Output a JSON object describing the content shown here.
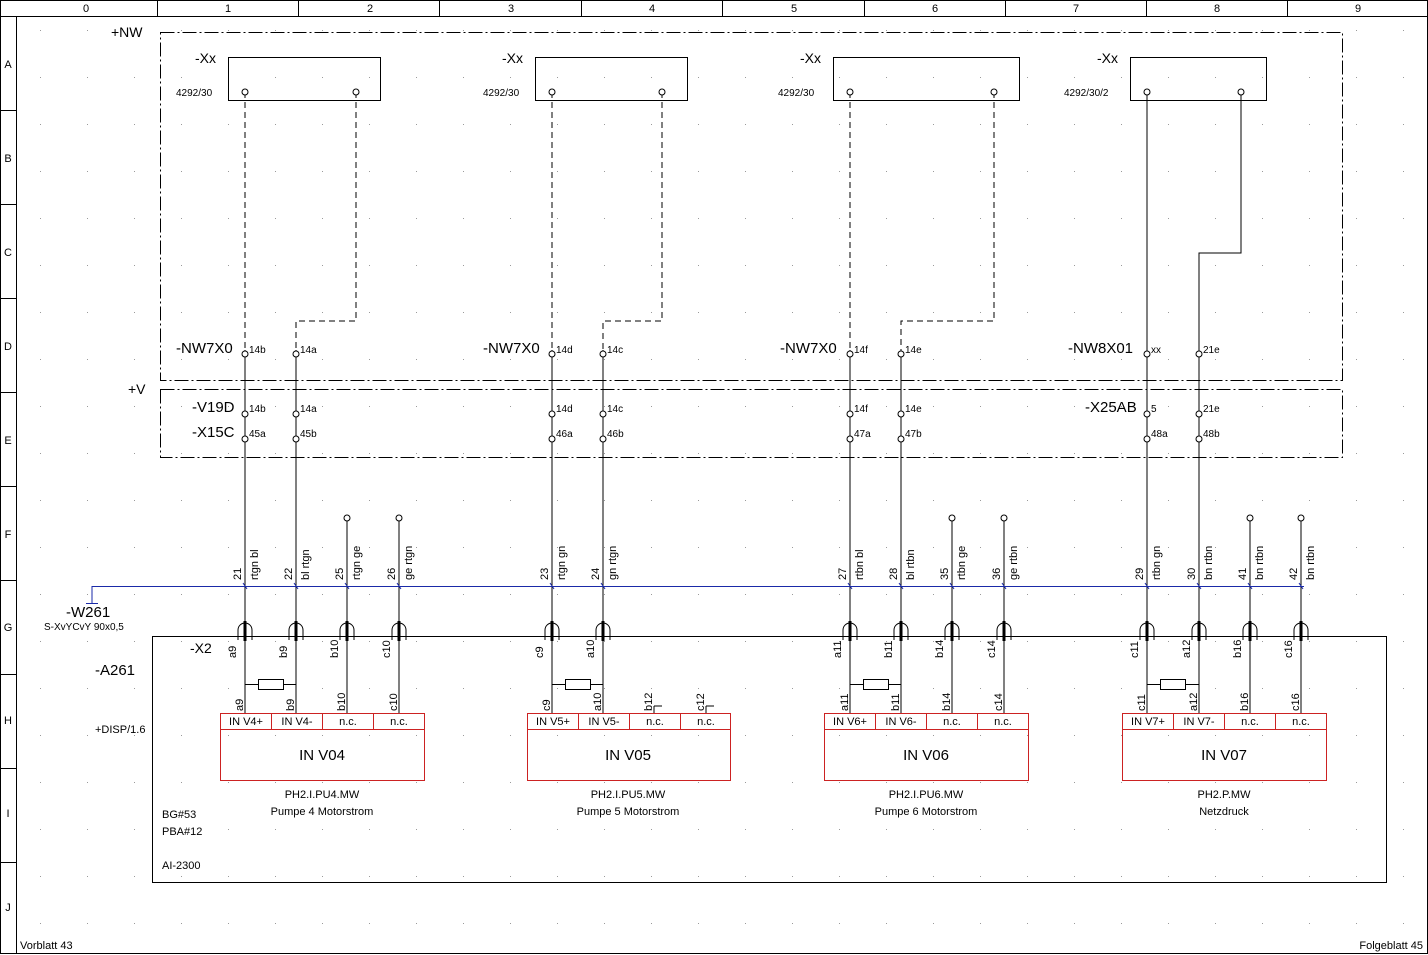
{
  "grid": {
    "columns": [
      "0",
      "1",
      "2",
      "3",
      "4",
      "5",
      "6",
      "7",
      "8",
      "9"
    ],
    "rows": [
      "A",
      "B",
      "C",
      "D",
      "E",
      "F",
      "G",
      "H",
      "I",
      "J"
    ]
  },
  "locations": {
    "nw": "+NW",
    "v": "+V",
    "disp": "+DISP/1.6"
  },
  "connectors": [
    {
      "tag": "-Xx",
      "code": "4292/30"
    },
    {
      "tag": "-Xx",
      "code": "4292/30"
    },
    {
      "tag": "-Xx",
      "code": "4292/30"
    },
    {
      "tag": "-Xx",
      "code": "4292/30/2"
    }
  ],
  "nw_terminals": [
    {
      "tag": "-NW7X0",
      "left": "14b",
      "right": "14a"
    },
    {
      "tag": "-NW7X0",
      "left": "14d",
      "right": "14c"
    },
    {
      "tag": "-NW7X0",
      "left": "14f",
      "right": "14e"
    },
    {
      "tag": "-NW8X01",
      "left": "xx",
      "right": "21e"
    }
  ],
  "v_terminals": {
    "v19d": "-V19D",
    "x15c": "-X15C",
    "x25ab": "-X25AB",
    "upper": [
      "14b",
      "14a",
      "14d",
      "14c",
      "14f",
      "14e",
      "5",
      "21e"
    ],
    "lower": [
      "45a",
      "45b",
      "46a",
      "46b",
      "47a",
      "47b",
      "48a",
      "48b"
    ]
  },
  "cable": {
    "tag": "-W261",
    "type": "S-XvYCvY 90x0,5"
  },
  "wires": [
    {
      "num": "21",
      "color": "rtgn bl"
    },
    {
      "num": "22",
      "color": "bl rtgn"
    },
    {
      "num": "25",
      "color": "rtgn ge"
    },
    {
      "num": "26",
      "color": "ge rtgn"
    },
    {
      "num": "23",
      "color": "rtgn gn"
    },
    {
      "num": "24",
      "color": "gn rtgn"
    },
    {
      "num": "27",
      "color": "rtbn bl"
    },
    {
      "num": "28",
      "color": "bl rtbn"
    },
    {
      "num": "35",
      "color": "rtbn ge"
    },
    {
      "num": "36",
      "color": "ge rtbn"
    },
    {
      "num": "29",
      "color": "rtbn gn"
    },
    {
      "num": "30",
      "color": "bn rtbn"
    },
    {
      "num": "41",
      "color": "bn rtbn"
    },
    {
      "num": "42",
      "color": "bn rtbn"
    }
  ],
  "x2": {
    "tag": "-X2"
  },
  "pins": [
    "a9",
    "b9",
    "b10",
    "c10",
    "c9",
    "a10",
    "a11",
    "b11",
    "b14",
    "c14",
    "c11",
    "a12",
    "b16",
    "c16"
  ],
  "module": {
    "tag": "-A261",
    "bg": "BG#53",
    "pba": "PBA#12",
    "type": "AI-2300"
  },
  "channels": [
    {
      "name": "IN V04",
      "cells": [
        "IN V4+",
        "IN V4-",
        "n.c.",
        "n.c."
      ],
      "pins": [
        "a9",
        "b9",
        "b10",
        "c10"
      ],
      "signal": "PH2.I.PU4.MW",
      "desc": "Pumpe 4 Motorstrom"
    },
    {
      "name": "IN V05",
      "cells": [
        "IN V5+",
        "IN V5-",
        "n.c.",
        "n.c."
      ],
      "pins": [
        "c9",
        "a10",
        "b12",
        "c12"
      ],
      "signal": "PH2.I.PU5.MW",
      "desc": "Pumpe 5 Motorstrom"
    },
    {
      "name": "IN V06",
      "cells": [
        "IN V6+",
        "IN V6-",
        "n.c.",
        "n.c."
      ],
      "pins": [
        "a11",
        "b11",
        "b14",
        "c14"
      ],
      "signal": "PH2.I.PU6.MW",
      "desc": "Pumpe 6 Motorstrom"
    },
    {
      "name": "IN V07",
      "cells": [
        "IN V7+",
        "IN V7-",
        "n.c.",
        "n.c."
      ],
      "pins": [
        "c11",
        "a12",
        "b16",
        "c16"
      ],
      "signal": "PH2.P.MW",
      "desc": "Netzdruck"
    }
  ],
  "footer": {
    "prev": "Vorblatt 43",
    "next": "Folgeblatt 45"
  }
}
